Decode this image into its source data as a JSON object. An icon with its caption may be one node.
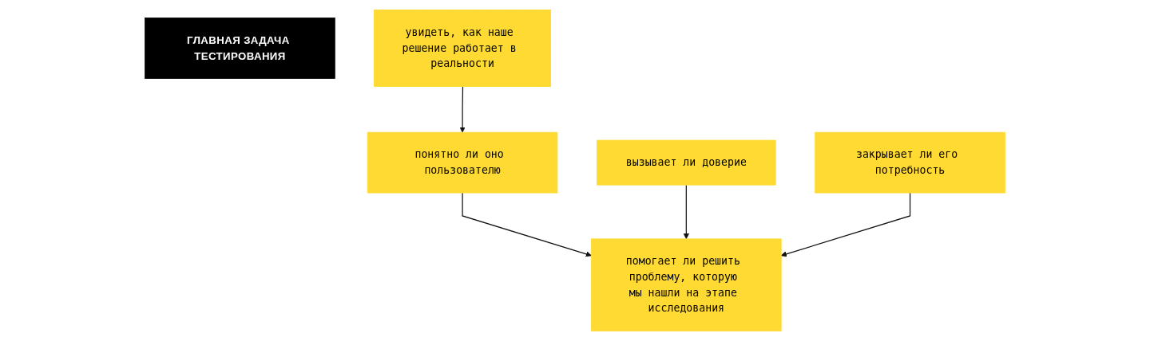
{
  "diagram": {
    "nodes": [
      {
        "text": [
          "ГЛАВНАЯ ЗАДАЧА ТЕСТИРОВАНИЯ"
        ]
      },
      {
        "text": [
          "увидеть, как наше решение работает в реальности"
        ]
      },
      {
        "text": [
          "понятно ли оно пользователю"
        ]
      },
      {
        "text": [
          "вызывает ли доверие"
        ]
      },
      {
        "text": [
          "закрывает ли его потребность"
        ]
      },
      {
        "text": [
          "помогает ли решить проблему, которую мы нашли на этапе исследования"
        ]
      }
    ],
    "edges": [
      {
        "from": 1,
        "to": 2,
        "arrow": "to"
      },
      {
        "from": 2,
        "to": 5,
        "arrow": "to"
      },
      {
        "from": 3,
        "to": 5,
        "arrow": "to"
      },
      {
        "from": 4,
        "to": 5,
        "arrow": "to"
      }
    ]
  }
}
